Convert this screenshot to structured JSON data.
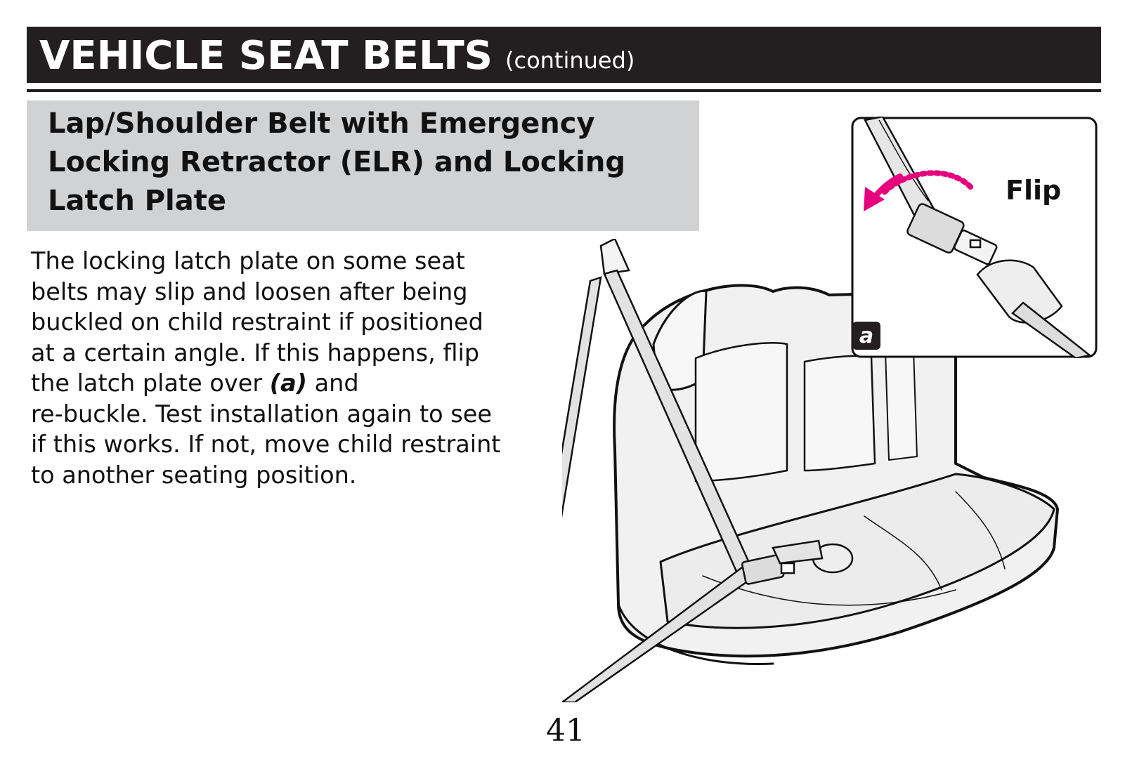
{
  "header": {
    "title": "VEHICLE SEAT BELTS",
    "subtitle": "(continued)"
  },
  "section": {
    "heading_line1": "Lap/Shoulder Belt with Emergency",
    "heading_line2": "Locking Retractor (ELR) and Locking",
    "heading_line3": "Latch Plate"
  },
  "body": {
    "lines": [
      "The locking latch plate on some seat",
      "belts may slip and loosen after being",
      "buckled on child restraint if positioned",
      "at a certain angle. If this happens, flip",
      "the latch plate over",
      "(a)",
      "and",
      "re-buckle. Test installation again to see",
      "if this works. If not, move child restraint",
      "to another seating position."
    ]
  },
  "inset": {
    "label": "Flip",
    "marker": "a"
  },
  "colors": {
    "header_bg": "#231f20",
    "section_bg": "#d1d2d4",
    "flip_arrow": "#e6007e"
  },
  "icons": [
    "seat-illustration",
    "flip-arrow-icon",
    "latch-plate-icon",
    "buckle-icon"
  ],
  "page_number": "41"
}
